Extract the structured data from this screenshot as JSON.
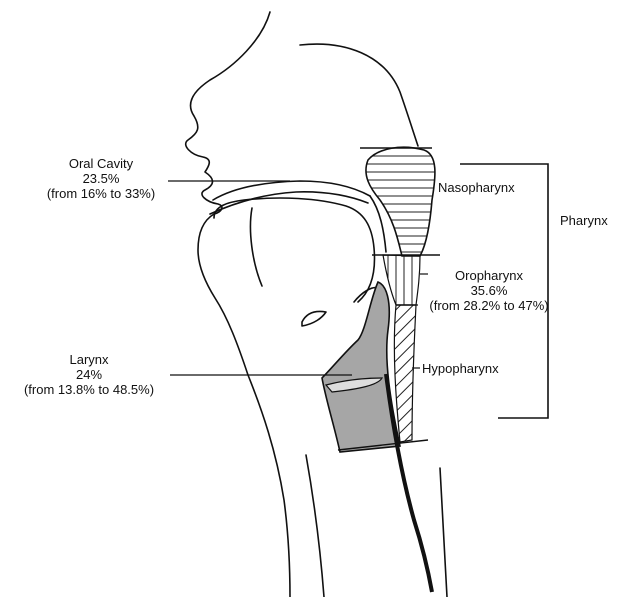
{
  "labels": {
    "oral_cavity": {
      "name": "Oral Cavity",
      "value": "23.5%",
      "range": "(from 16% to 33%)"
    },
    "nasopharynx": {
      "name": "Nasopharynx"
    },
    "pharynx": {
      "name": "Pharynx"
    },
    "oropharynx": {
      "name": "Oropharynx",
      "value": "35.6%",
      "range": "(from 28.2% to 47%)"
    },
    "hypopharynx": {
      "name": "Hypopharynx"
    },
    "larynx": {
      "name": "Larynx",
      "value": "24%",
      "range": "(from 13.8% to 48.5%)"
    }
  },
  "colors": {
    "outline": "#111111",
    "larynx_fill": "#a6a6a6",
    "hatch": "#222222"
  }
}
